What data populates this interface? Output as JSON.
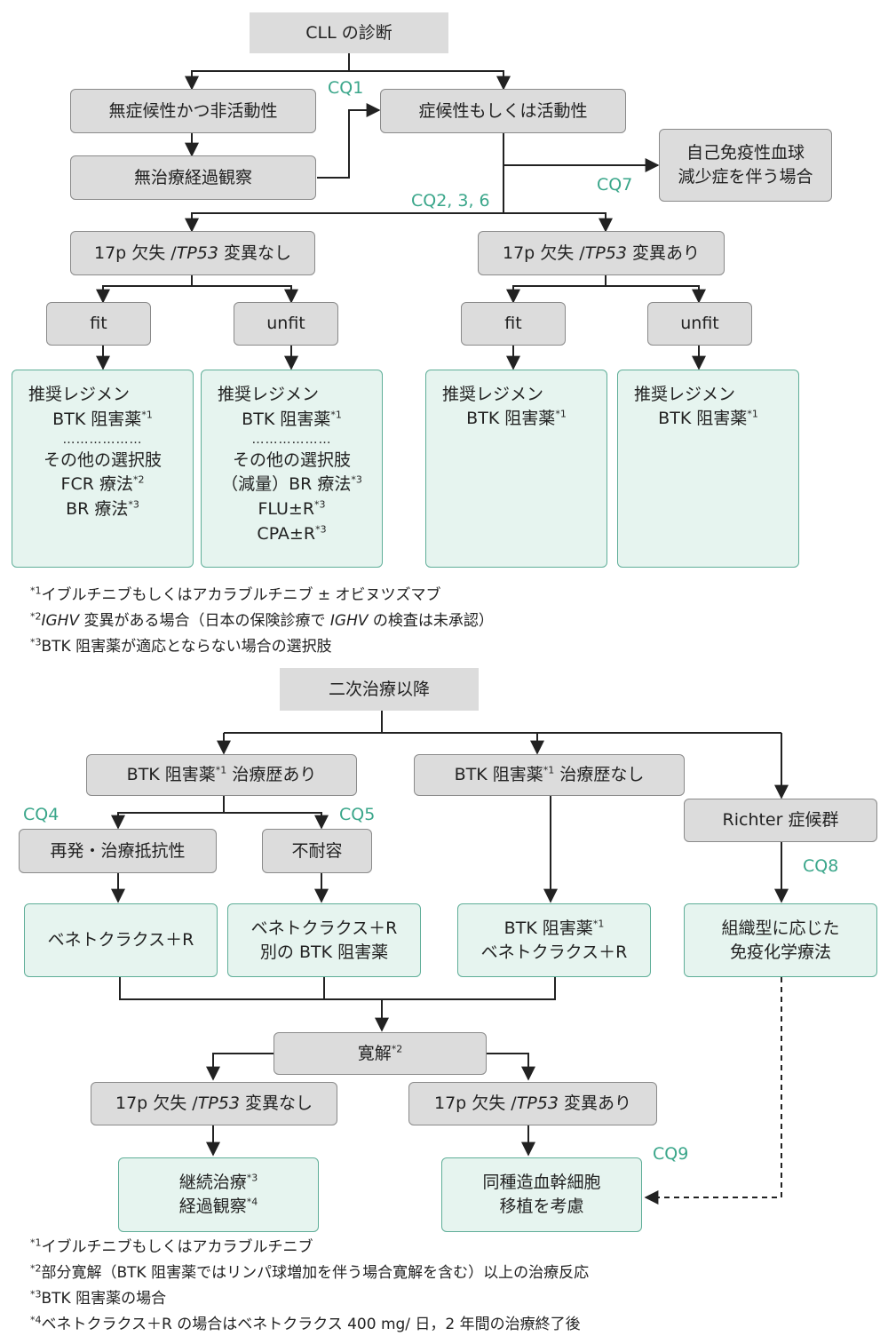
{
  "part1": {
    "diagnosis": "CLL の診断",
    "cq1": "CQ1",
    "asymptomatic": "無症候性かつ非活動性",
    "symptomatic": "症候性もしくは活動性",
    "observation": "無治療経過観察",
    "autoimmune_line1": "自己免疫性血球",
    "autoimmune_line2": "減少症を伴う場合",
    "cq7": "CQ7",
    "cq236": "CQ2, 3, 6",
    "no_mut_prefix": "17p 欠失 /",
    "tp53": "TP53",
    "no_mut_suffix": " 変異なし",
    "mut_suffix": " 変異あり",
    "fit": "fit",
    "unfit": "unfit",
    "regimen_title": "推奨レジメン",
    "btk": "BTK 阻害薬",
    "dots": "………………",
    "other_options": "その他の選択肢",
    "fcr": "FCR 療法",
    "br": "BR 療法",
    "reduced_br": "（減量）BR 療法",
    "flu": "FLU±R",
    "cpa": "CPA±R",
    "mark1": "*1",
    "mark2": "*2",
    "mark3": "*3",
    "mark4": "*4"
  },
  "notes1": {
    "n1": "イブルチニブもしくはアカラブルチニブ ± オビヌツズマブ",
    "n2_ighv1": "IGHV",
    "n2_mid": " 変異がある場合（日本の保険診療で ",
    "n2_ighv2": "IGHV",
    "n2_end": " の検査は未承認）",
    "n3": "BTK 阻害薬が適応とならない場合の選択肢"
  },
  "part2": {
    "second_line": "二次治療以降",
    "btk_history_yes_a": "BTK 阻害薬",
    "btk_history_yes_b": " 治療歴あり",
    "btk_history_no_b": " 治療歴なし",
    "cq4": "CQ4",
    "cq5": "CQ5",
    "relapse": "再発・治療抵抗性",
    "intolerant": "不耐容",
    "richter": "Richter 症候群",
    "cq8": "CQ8",
    "venr": "ベネトクラクス＋R",
    "other_btk": "別の BTK 阻害薬",
    "btk_only": "BTK 阻害薬",
    "histology_line1": "組織型に応じた",
    "histology_line2": "免疫化学療法",
    "remission": "寛解",
    "continue_tx": "継続治療",
    "observe": "経過観察",
    "transplant_line1": "同種造血幹細胞",
    "transplant_line2": "移植を考慮",
    "cq9": "CQ9"
  },
  "notes2": {
    "n1": "イブルチニブもしくはアカラブルチニブ",
    "n2": "部分寛解（BTK 阻害薬ではリンパ球増加を伴う場合寛解を含む）以上の治療反応",
    "n3": "BTK 阻害薬の場合",
    "n4": "ベネトクラクス＋R の場合はベネトクラクス 400 mg/ 日，2 年間の治療終了後"
  },
  "colors": {
    "box_gray": "#dcdcdc",
    "box_green": "#e6f4ef",
    "green_border": "#5fae98",
    "cq_label": "#3aa68a"
  }
}
